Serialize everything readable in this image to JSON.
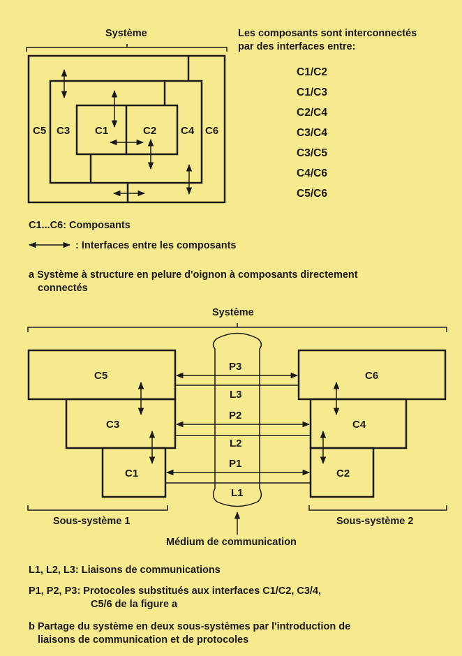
{
  "figure_a": {
    "system_label": "Système",
    "intro_line1": "Les composants sont interconnectés",
    "intro_line2": "par des interfaces entre:",
    "pairs": [
      "C1/C2",
      "C1/C3",
      "C2/C4",
      "C3/C4",
      "C3/C5",
      "C4/C6",
      "C5/C6"
    ],
    "components": {
      "c1": "C1",
      "c2": "C2",
      "c3": "C3",
      "c4": "C4",
      "c5": "C5",
      "c6": "C6"
    },
    "legend_components": "C1...C6: Composants",
    "legend_interfaces": ":  Interfaces entre les composants",
    "caption_line1": "a Système à structure en pelure d'oignon à composants directement",
    "caption_line2": "connectés"
  },
  "figure_b": {
    "system_label": "Système",
    "components": {
      "c1": "C1",
      "c2": "C2",
      "c3": "C3",
      "c4": "C4",
      "c5": "C5",
      "c6": "C6"
    },
    "protocols": {
      "p1": "P1",
      "p2": "P2",
      "p3": "P3"
    },
    "links": {
      "l1": "L1",
      "l2": "L2",
      "l3": "L3"
    },
    "subsystem1": "Sous-système 1",
    "subsystem2": "Sous-système 2",
    "medium_label": "Médium de communication",
    "legend_links": "L1, L2, L3: Liaisons de communications",
    "legend_protocols_line1": "P1, P2, P3: Protocoles substitués aux interfaces C1/C2, C3/4,",
    "legend_protocols_line2": "C5/6 de la figure a",
    "caption_line1": "b Partage du système en deux sous-systèmes par l'introduction de",
    "caption_line2": "liaisons de communication et de protocoles"
  }
}
